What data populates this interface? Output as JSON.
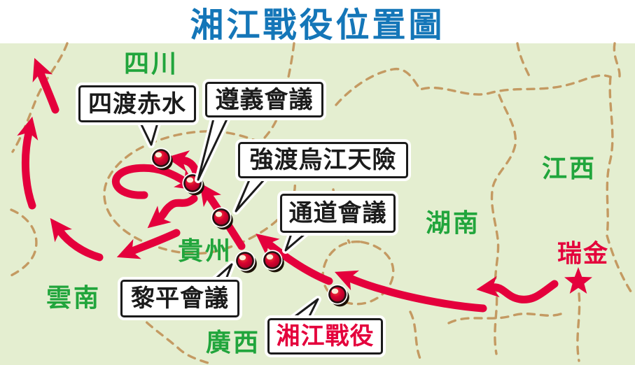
{
  "title": {
    "text": "湘江戰役位置圖"
  },
  "colors": {
    "title_blue": "#1476b8",
    "province_green": "#21a53c",
    "route_red": "#e4003c",
    "map_background": "#e4eed0",
    "border_dash_tan": "#c49a62",
    "callout_border": "#1b1b1b",
    "callout_background": "#ffffff"
  },
  "map": {
    "provinces": [
      {
        "id": "sichuan",
        "label": "四川"
      },
      {
        "id": "jiangxi",
        "label": "江西"
      },
      {
        "id": "hunan",
        "label": "湖南"
      },
      {
        "id": "guizhou",
        "label": "貴州"
      },
      {
        "id": "yunnan",
        "label": "雲南"
      },
      {
        "id": "guangxi",
        "label": "廣西"
      }
    ],
    "city": {
      "id": "ruijin",
      "label": "瑞金",
      "symbol": "star-icon"
    },
    "callouts": [
      {
        "id": "sidu-chishui",
        "label": "四渡赤水"
      },
      {
        "id": "zunyi-huiyi",
        "label": "遵義會議"
      },
      {
        "id": "wujiang",
        "label": "強渡烏江天險"
      },
      {
        "id": "tongdao-huiyi",
        "label": "通道會議"
      },
      {
        "id": "liping-huiyi",
        "label": "黎平會議"
      },
      {
        "id": "xiangjiang",
        "label": "湘江戰役"
      }
    ],
    "marker_icon": "event-marker-icon",
    "marker_count": 6,
    "route_style": "red-arrows"
  }
}
